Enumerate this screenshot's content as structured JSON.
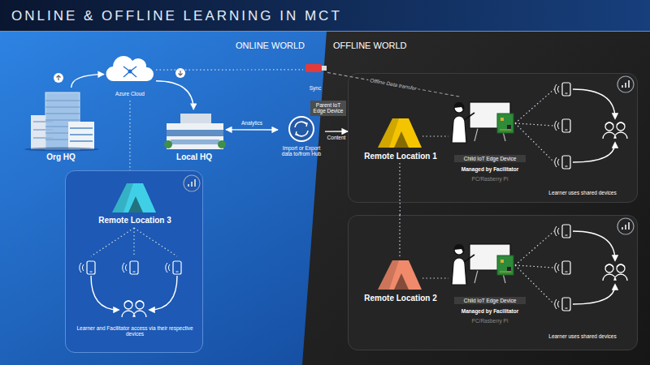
{
  "diagram": {
    "title": "ONLINE & OFFLINE LEARNING IN MCT",
    "nodes": [
      {
        "text": [
          "Azure Cloud"
        ]
      },
      {
        "text": [
          "Org HQ"
        ]
      },
      {
        "text": [
          "Local HQ"
        ]
      },
      {
        "text": [
          "Sync"
        ]
      },
      {
        "text": [
          "Import or Export data to/from Hub"
        ]
      },
      {
        "text": [
          "Parent IoT Edge Device"
        ]
      },
      {
        "text": [
          "Remote Location 1",
          "Learner uses shared devices"
        ]
      },
      {
        "text": [
          "Child IoT Edge Device",
          "Managed by Facilitator",
          "PC/Rasberry Pi"
        ],
        "in": 6
      },
      {
        "text": [
          "Remote Location 3",
          "Learner and Facilitator access via their respective devices"
        ]
      },
      {
        "text": [
          "Remote Location 2",
          "Learner uses shared devices"
        ]
      },
      {
        "text": [
          "Child IoT Edge Device",
          "Managed by Facilitator",
          "PC/Rasberry Pi"
        ],
        "in": 9
      }
    ],
    "edges": [
      {
        "from": 1,
        "to": 0,
        "arrow": "to"
      },
      {
        "from": 0,
        "to": 2,
        "arrow": "to"
      },
      {
        "from": 0,
        "to": 3,
        "arrow": "none"
      },
      {
        "from": 0,
        "to": 8,
        "arrow": "none"
      },
      {
        "from": 4,
        "to": 2,
        "label": "Analytics",
        "arrow": "both"
      },
      {
        "from": 4,
        "to": 6,
        "label": "Content",
        "arrow": "to"
      },
      {
        "from": 3,
        "to": 7,
        "label": "Offline Data transfer",
        "arrow": "none"
      },
      {
        "from": 6,
        "to": 9,
        "arrow": "none"
      }
    ],
    "labels": [
      "ONLINE WORLD",
      "OFFLINE WORLD"
    ]
  }
}
